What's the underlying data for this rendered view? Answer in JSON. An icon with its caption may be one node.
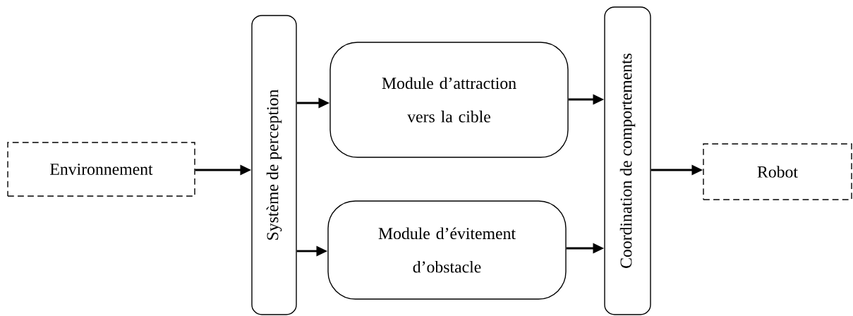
{
  "diagram": {
    "nodes": [
      {
        "text": [
          "Environnement"
        ]
      },
      {
        "text": [
          "Système de perception"
        ]
      },
      {
        "text": [
          "Module d’attraction vers la cible"
        ]
      },
      {
        "text": [
          "Module d’évitement d’obstacle"
        ]
      },
      {
        "text": [
          "Coordination de comportements"
        ]
      },
      {
        "text": [
          "Robot"
        ]
      }
    ],
    "edges": [
      {
        "from": 0,
        "to": 1,
        "arrow": "to"
      },
      {
        "from": 1,
        "to": 2,
        "arrow": "to"
      },
      {
        "from": 1,
        "to": 3,
        "arrow": "to"
      },
      {
        "from": 2,
        "to": 4,
        "arrow": "to"
      },
      {
        "from": 3,
        "to": 4,
        "arrow": "to"
      },
      {
        "from": 4,
        "to": 5,
        "arrow": "to"
      }
    ]
  }
}
